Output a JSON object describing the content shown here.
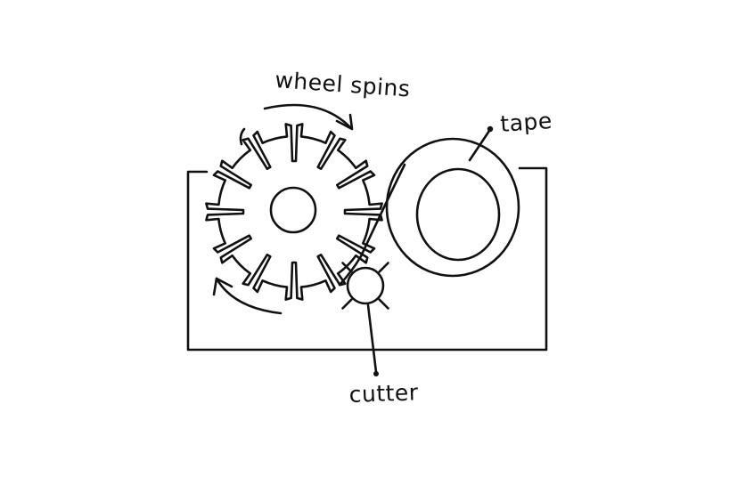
{
  "diagram": {
    "labels": {
      "wheel_spins": "wheel spins",
      "tape": "tape",
      "cutter": "cutter"
    },
    "colors": {
      "ink": "#111111",
      "background": "#ffffff"
    },
    "wheel": {
      "slot_count": 12
    },
    "cutter": {
      "spike_count": 4
    }
  }
}
